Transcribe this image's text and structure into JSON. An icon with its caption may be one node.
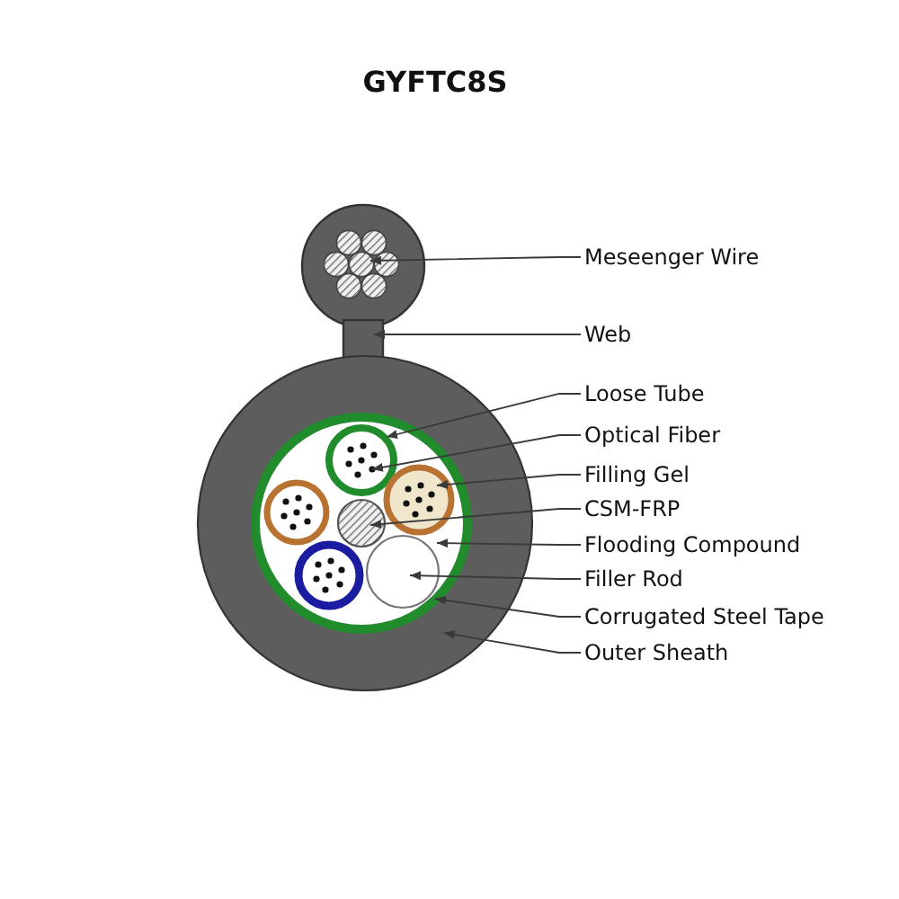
{
  "diagram": {
    "title": "GYFTC8S",
    "nodes": [
      {
        "text": [
          "Meseenger Wire"
        ]
      },
      {
        "text": [
          "Web"
        ]
      },
      {
        "text": [
          "Loose Tube"
        ]
      },
      {
        "text": [
          "Optical Fiber"
        ]
      },
      {
        "text": [
          "Filling Gel"
        ]
      },
      {
        "text": [
          "CSM-FRP"
        ]
      },
      {
        "text": [
          "Flooding Compound"
        ]
      },
      {
        "text": [
          "Filler Rod"
        ]
      },
      {
        "text": [
          "Corrugated Steel Tape"
        ]
      },
      {
        "text": [
          "Outer Sheath"
        ]
      },
      {
        "text": [],
        "shape": "circle"
      },
      {
        "text": [],
        "shape": "box"
      },
      {
        "text": [],
        "shape": "circle"
      },
      {
        "text": [],
        "shape": "circle",
        "in": 12
      },
      {
        "text": [],
        "shape": "circle",
        "in": 13
      },
      {
        "text": [],
        "shape": "circle",
        "in": 14
      },
      {
        "text": [],
        "shape": "circle",
        "in": 15
      },
      {
        "text": [],
        "shape": "circle",
        "in": 14
      },
      {
        "text": [],
        "shape": "circle",
        "in": 14
      },
      {
        "text": [],
        "shape": "circle",
        "in": 14
      }
    ],
    "edges": [
      {
        "from": 0,
        "to": 10,
        "arrow": "to"
      },
      {
        "from": 1,
        "to": 11,
        "arrow": "to"
      },
      {
        "from": 2,
        "to": 15,
        "arrow": "to"
      },
      {
        "from": 3,
        "to": 16,
        "arrow": "to"
      },
      {
        "from": 4,
        "to": 17,
        "arrow": "to"
      },
      {
        "from": 5,
        "to": 18,
        "arrow": "to"
      },
      {
        "from": 6,
        "to": 14,
        "arrow": "to"
      },
      {
        "from": 7,
        "to": 19,
        "arrow": "to"
      },
      {
        "from": 8,
        "to": 13,
        "arrow": "to"
      },
      {
        "from": 9,
        "to": 12,
        "arrow": "to"
      }
    ]
  }
}
